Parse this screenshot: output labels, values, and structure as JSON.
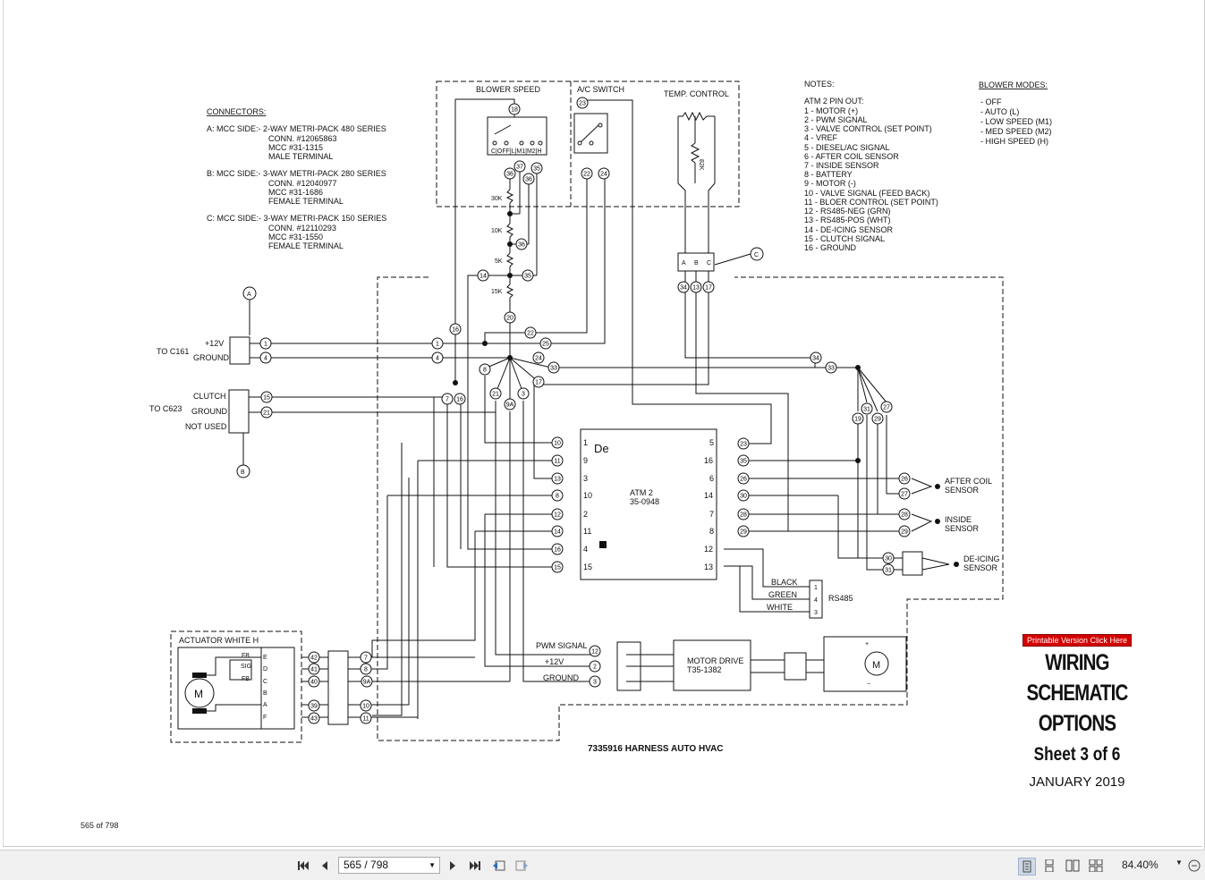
{
  "document": {
    "connectors_heading": "CONNECTORS:",
    "connectors": [
      {
        "lines": [
          "A: MCC SIDE:-  2-WAY METRI-PACK 480 SERIES",
          "CONN. #12065863",
          "MCC #31-1315",
          "MALE TERMINAL"
        ]
      },
      {
        "lines": [
          "B: MCC SIDE:-  3-WAY METRI-PACK 280 SERIES",
          "CONN. #12040977",
          "MCC #31-1686",
          "FEMALE TERMINAL"
        ]
      },
      {
        "lines": [
          "C: MCC SIDE:-  3-WAY METRI-PACK 150 SERIES",
          "CONN. #12110293",
          "MCC #31-1550",
          "FEMALE TERMINAL"
        ]
      }
    ],
    "notes_heading": "NOTES:",
    "pinout_heading": "ATM 2 PIN OUT:",
    "pinout": [
      "1  -  MOTOR (+)",
      "2  -  PWM SIGNAL",
      "3  -  VALVE CONTROL (SET POINT)",
      "4  -  VREF",
      "5  -  DIESEL/AC SIGNAL",
      "6  -  AFTER COIL SENSOR",
      "7  -  INSIDE SENSOR",
      "8  -  BATTERY",
      "9  -  MOTOR (-)",
      "10  -  VALVE SIGNAL (FEED BACK)",
      "11  -  BLOER CONTROL (SET POINT)",
      "12  -  RS485-NEG (GRN)",
      "13  -  RS485-POS (WHT)",
      "14  -  DE-ICING SENSOR",
      "15  -  CLUTCH SIGNAL",
      "16  -  GROUND"
    ],
    "blower_modes_heading": "BLOWER MODES:",
    "blower_modes": [
      "-  OFF",
      "-  AUTO (L)",
      "-  LOW SPEED (M1)",
      "-  MED SPEED (M2)",
      "-  HIGH SPEED (H)"
    ],
    "labels": {
      "blower_speed": "BLOWER SPEED",
      "ac_switch": "A/C SWITCH",
      "temp_control": "TEMP. CONTROL",
      "to_c161": "TO C161",
      "plus12v": "+12V",
      "ground": "GROUND",
      "to_c623": "TO C623",
      "clutch": "CLUTCH",
      "not_used": "NOT USED",
      "atm_name": "ATM 2",
      "atm_part": "35-0948",
      "after_coil_1": "AFTER COIL",
      "after_coil_2": "SENSOR",
      "inside_1": "INSIDE",
      "inside_2": "SENSOR",
      "deicing_1": "DE-ICING",
      "deicing_2": "SENSOR",
      "black": "BLACK",
      "green": "GREEN",
      "white": "WHITE",
      "rs485": "RS485",
      "actuator": "ACTUATOR WHITE H",
      "pwm_signal": "PWM SIGNAL",
      "motor_drive": "MOTOR DRIVE",
      "motor_drive_part": "T35-1382",
      "harness": "7335916 HARNESS AUTO HVAC",
      "r30k": "30K",
      "r10k": "10K",
      "r5k": "5K",
      "r15k": "15K",
      "r82k": "82K",
      "conn_a": "A",
      "conn_b": "B",
      "conn_c": "C"
    },
    "printable_link": "Printable Version Click Here",
    "title_line1": "WIRING SCHEMATIC",
    "title_line2": "OPTIONS",
    "sheet": "Sheet 3 of 6",
    "date": "JANUARY 2019",
    "page_count": "565 of 798"
  },
  "toolbar": {
    "page_field": "565 / 798",
    "zoom": "84.40%",
    "icons": [
      "first-page-icon",
      "previous-page-icon",
      "next-page-icon",
      "last-page-icon",
      "previous-view-icon",
      "next-view-icon",
      "single-page-icon",
      "continuous-icon",
      "facing-icon",
      "continuous-facing-icon",
      "zoom-out-icon"
    ]
  }
}
